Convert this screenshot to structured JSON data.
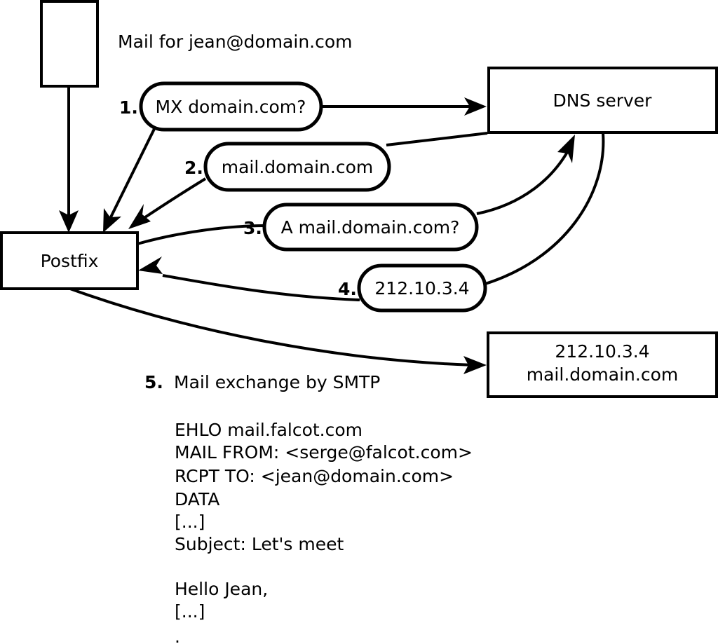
{
  "diagram": {
    "title_caption": "Mail for jean@domain.com",
    "nodes": [
      {
        "id": "sender-host",
        "label": ""
      },
      {
        "id": "postfix",
        "label": "Postfix"
      },
      {
        "id": "dns-server",
        "label": "DNS server"
      },
      {
        "id": "destination-server",
        "line1": "212.10.3.4",
        "line2": "mail.domain.com"
      }
    ],
    "steps": [
      {
        "num": "1.",
        "text": "MX domain.com?"
      },
      {
        "num": "2.",
        "text": "mail.domain.com"
      },
      {
        "num": "3.",
        "text": "A mail.domain.com?"
      },
      {
        "num": "4.",
        "text": "212.10.3.4"
      }
    ],
    "step5": {
      "num": "5.",
      "text": "Mail exchange by SMTP"
    },
    "smtp_transcript": [
      "EHLO mail.falcot.com",
      "MAIL FROM: <serge@falcot.com>",
      "RCPT TO: <jean@domain.com>",
      "DATA",
      "[...]",
      "Subject: Let's meet",
      "",
      "Hello Jean,",
      "[...]",
      "",
      "."
    ],
    "colors": {
      "stroke": "#000000",
      "fill": "#ffffff"
    }
  }
}
